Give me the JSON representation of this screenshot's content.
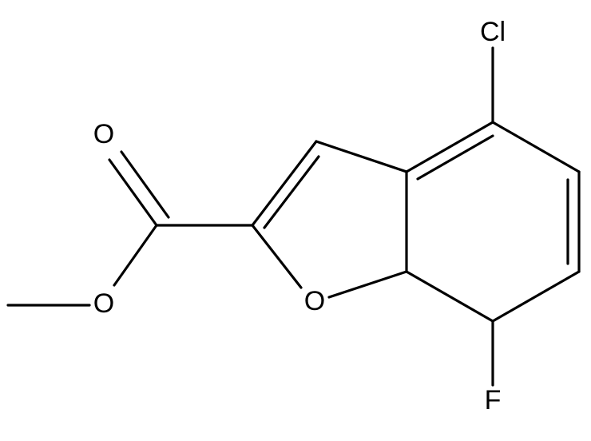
{
  "molecule": {
    "atoms": {
      "chlorine": "Cl",
      "fluorine": "F",
      "ring_oxygen": "O",
      "carbonyl_oxygen": "O",
      "ester_oxygen": "O"
    }
  },
  "colors": {
    "bond": "#000000",
    "label": "#000000",
    "background": "#ffffff"
  }
}
